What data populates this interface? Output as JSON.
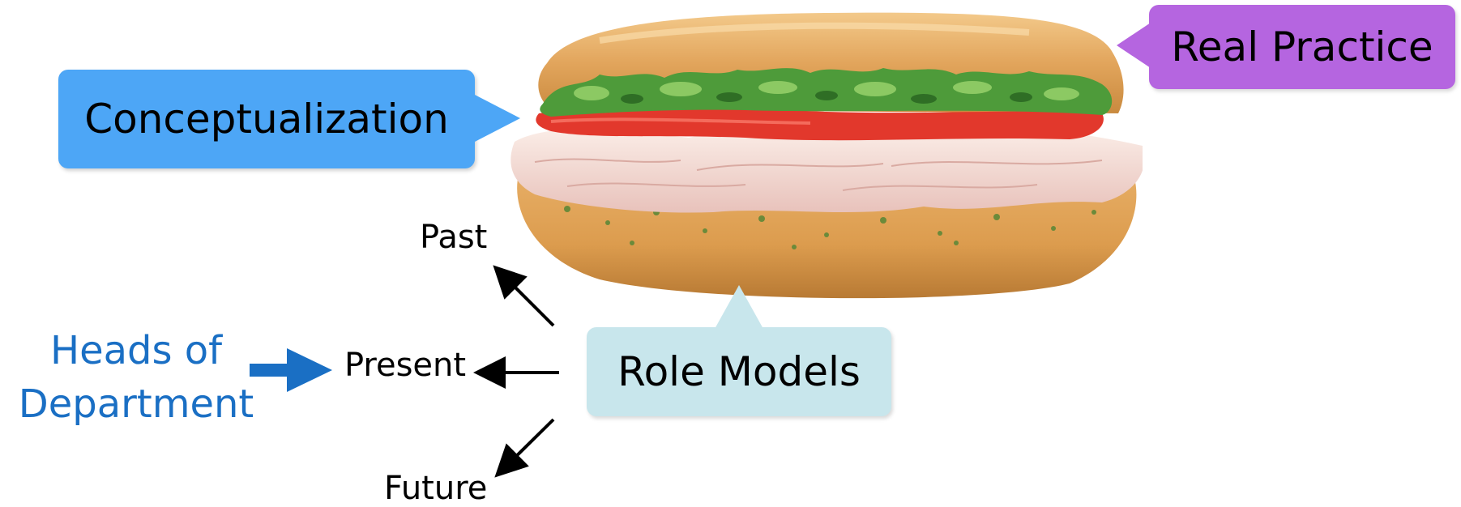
{
  "callouts": {
    "conceptualization": "Conceptualization",
    "real_practice": "Real Practice",
    "role_models": "Role Models"
  },
  "timeline": {
    "past": "Past",
    "present": "Present",
    "future": "Future"
  },
  "heads": {
    "line1": "Heads of",
    "line2": "Department"
  },
  "colors": {
    "conceptualization": "#4da6f6",
    "real_practice": "#b565e0",
    "role_models": "#c8e6ec",
    "heads_text": "#1a6fc4",
    "heads_arrow": "#1a6fc4"
  },
  "image": {
    "subject": "sandwich-illustration"
  }
}
